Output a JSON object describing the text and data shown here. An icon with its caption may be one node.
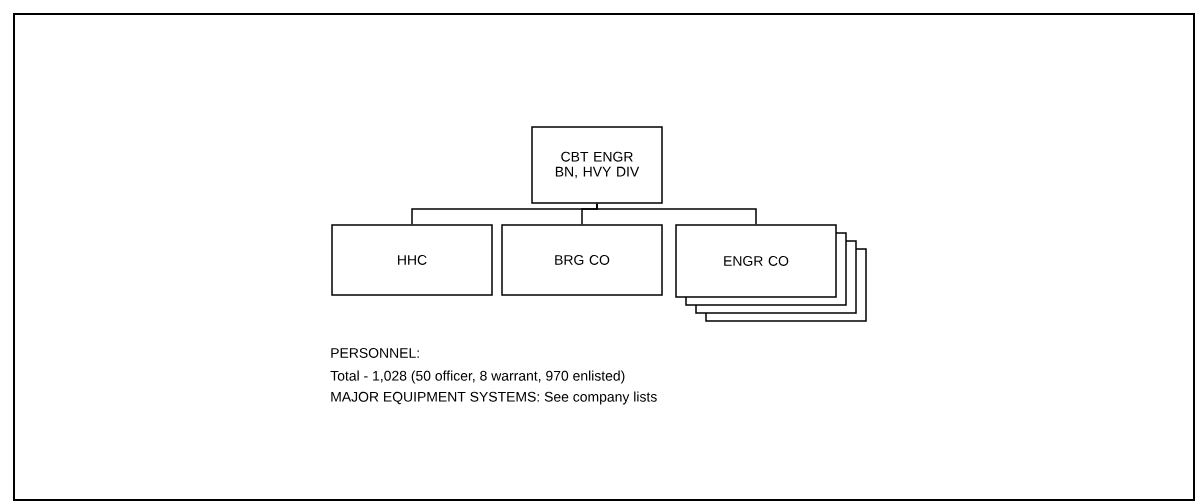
{
  "diagram": {
    "nodes": [
      {
        "text": [
          "CBT ENGR BN, HVY DIV"
        ]
      },
      {
        "text": [
          "HHC"
        ]
      },
      {
        "text": [
          "BRG CO"
        ]
      },
      {
        "text": [
          "ENGR CO"
        ]
      }
    ],
    "edges": [
      {
        "from": 0,
        "to": 1,
        "arrow": "none"
      },
      {
        "from": 0,
        "to": 2,
        "arrow": "none"
      },
      {
        "from": 0,
        "to": 3,
        "arrow": "none"
      }
    ],
    "labels": [
      "PERSONNEL:",
      "Total - 1,028 (50 officer, 8 warrant, 970 enlisted)",
      "MAJOR EQUIPMENT SYSTEMS:  See company lists"
    ]
  }
}
